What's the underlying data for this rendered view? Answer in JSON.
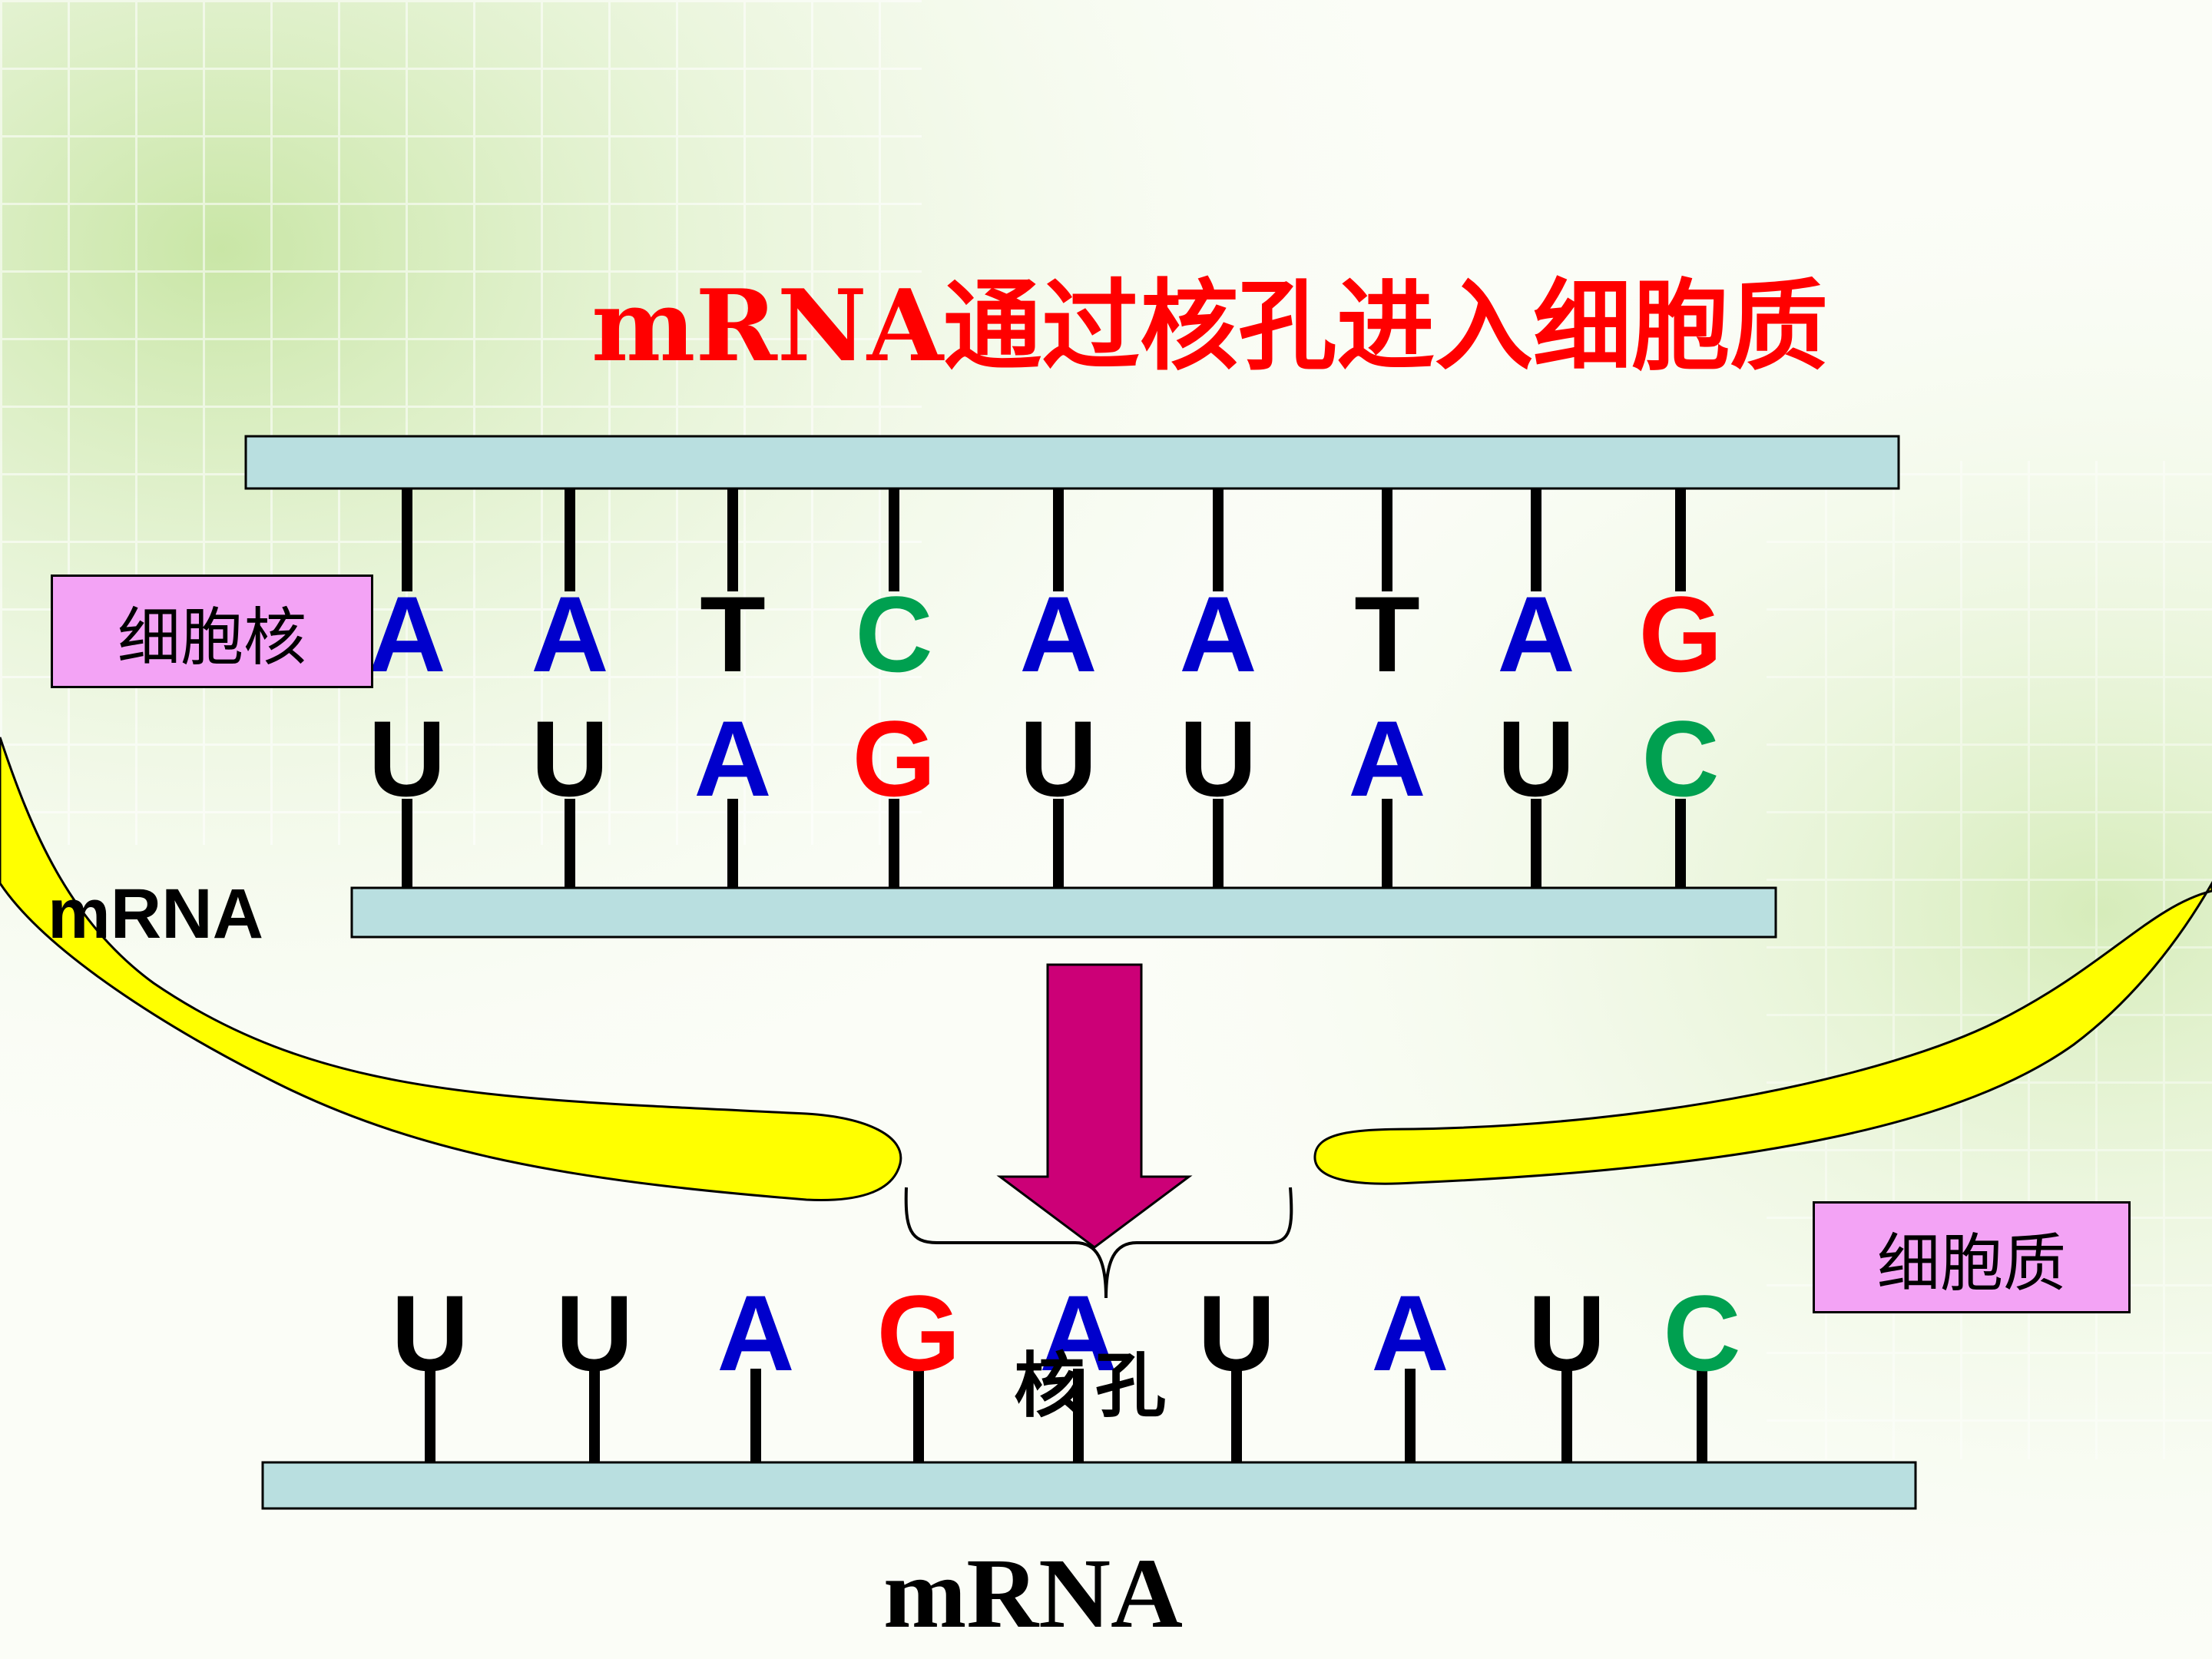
{
  "title": "mRNA通过核孔进入细胞质",
  "labels": {
    "nucleus": "细胞核",
    "cytoplasm": "细胞质",
    "mrna_side": "mRNA",
    "mrna_bottom": "mRNA",
    "nuclear_pore": "核孔"
  },
  "dna_template_strand": [
    "A",
    "A",
    "T",
    "C",
    "A",
    "A",
    "T",
    "A",
    "G"
  ],
  "mrna_in_nucleus": [
    "U",
    "U",
    "A",
    "G",
    "U",
    "U",
    "A",
    "U",
    "C"
  ],
  "mrna_in_cytoplasm": [
    "U",
    "U",
    "A",
    "G",
    "A",
    "U",
    "A",
    "U",
    "C"
  ],
  "colors": {
    "title": "#ff0000",
    "A": "#0000cc",
    "T": "#000000",
    "U": "#000000",
    "C": "#00a050",
    "G": "#ff0000",
    "strand_backbone": "#b9dfe0",
    "nuclear_membrane": "#ffff00",
    "arrow": "#cc0077",
    "label_box": "#f3a3f5"
  }
}
